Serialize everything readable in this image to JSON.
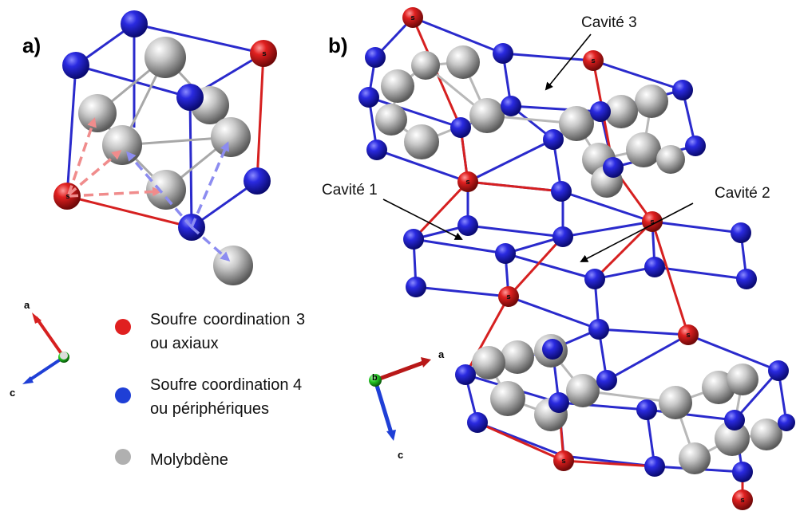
{
  "panels": {
    "a": "a)",
    "b": "b)"
  },
  "cavities": {
    "c1": "Cavité 1",
    "c2": "Cavité 2",
    "c3": "Cavité 3"
  },
  "legend": {
    "red_line1": "Soufre   coordination  3",
    "red_line2": "ou axiaux",
    "blue_line1": "Soufre coordination 4",
    "blue_line2": "ou périphériques",
    "grey": "Molybdène"
  },
  "axes_left": {
    "a": "a",
    "c": "c"
  },
  "axes_right": {
    "a": "a",
    "b": "b",
    "c": "c"
  },
  "atom_symbol": "s",
  "colors": {
    "sulfur_axial": "#d41c1c",
    "sulfur_peripheral": "#1f1fd6",
    "molybdenum": "#b9b9b9",
    "bond_blue": "#2a2acc",
    "bond_red": "#d62020",
    "bond_grey": "#b0b0b0"
  }
}
